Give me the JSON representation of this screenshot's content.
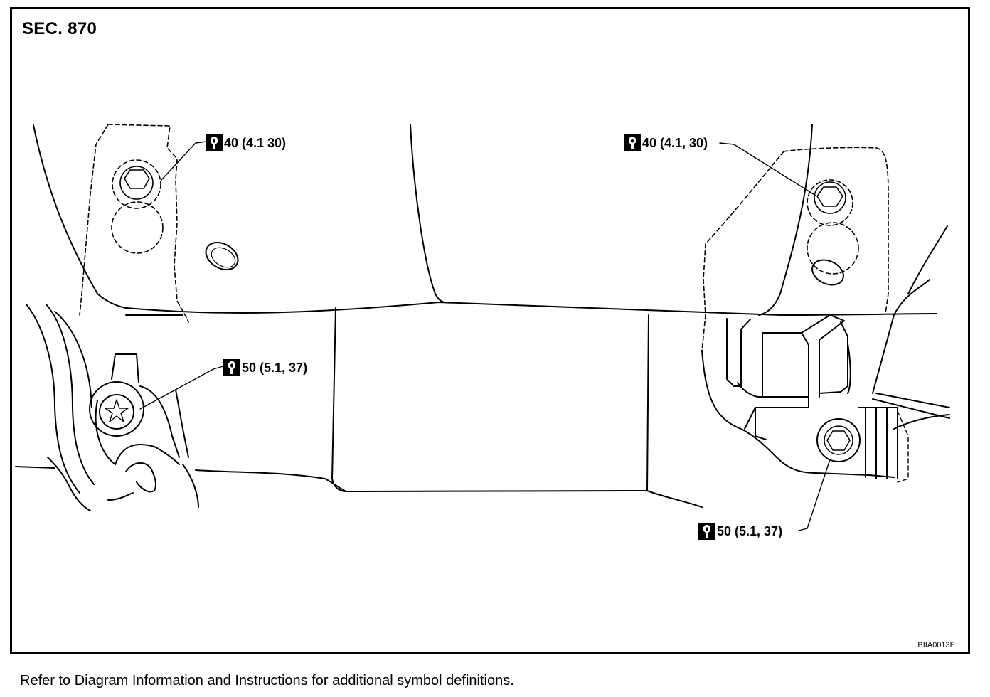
{
  "section": "SEC. 870",
  "callouts": {
    "upper_left": "40 (4.1 30)",
    "upper_right": "40 (4.1, 30)",
    "lower_left": "50 (5.1, 37)",
    "lower_right": "50 (5.1, 37)"
  },
  "icons": {
    "torque": "torque-wrench-icon"
  },
  "figure_code": "BIIA0013E",
  "footer_note": "Refer to Diagram Information and Instructions for additional symbol definitions."
}
